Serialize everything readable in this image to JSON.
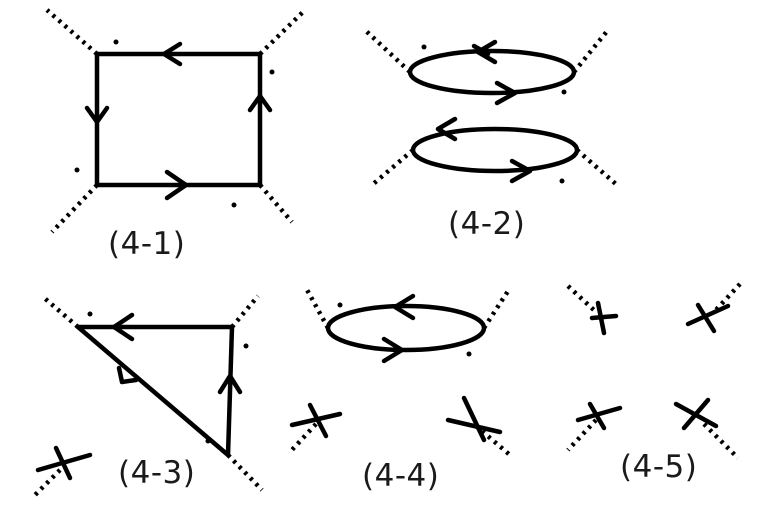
{
  "diagrams": [
    {
      "id": "4-1",
      "label": "(4-1)"
    },
    {
      "id": "4-2",
      "label": "(4-2)"
    },
    {
      "id": "4-3",
      "label": "(4-3)"
    },
    {
      "id": "4-4",
      "label": "(4-4)"
    },
    {
      "id": "4-5",
      "label": "(4-5)"
    }
  ]
}
